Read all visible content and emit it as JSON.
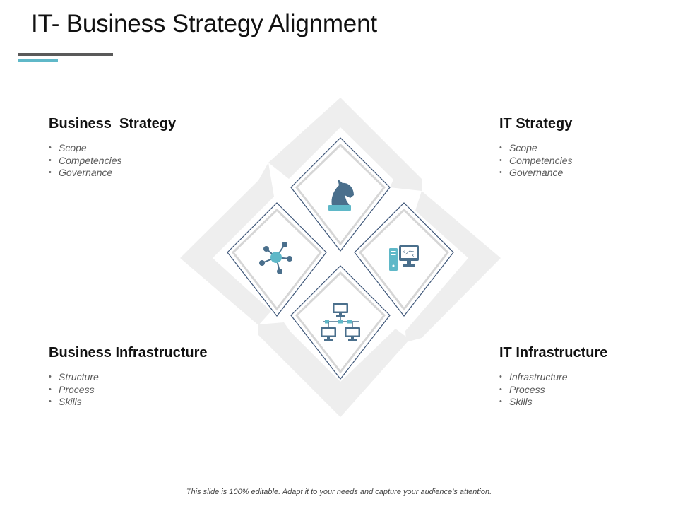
{
  "slide": {
    "title": "IT- Business Strategy Alignment",
    "footer": "This slide is 100% editable. Adapt it to your needs and capture your audience’s attention."
  },
  "sections": {
    "business_strategy": {
      "heading": "Business  Strategy",
      "items": [
        "Scope",
        "Competencies",
        "Governance"
      ]
    },
    "it_strategy": {
      "heading": "IT Strategy",
      "items": [
        "Scope",
        "Competencies",
        "Governance"
      ]
    },
    "business_infrastructure": {
      "heading": "Business Infrastructure",
      "items": [
        "Structure",
        "Process",
        "Skills"
      ]
    },
    "it_infrastructure": {
      "heading": "IT Infrastructure",
      "items": [
        "Infrastructure",
        "Process",
        "Skills"
      ]
    }
  },
  "diagram": {
    "icons": {
      "top": "chess-knight-icon",
      "right": "computer-strategy-icon",
      "bottom": "network-computers-icon",
      "left": "hub-network-icon"
    }
  },
  "colors": {
    "accent_dark": "#4a6f8c",
    "accent_light": "#5fb8c8",
    "arrow_gray": "#eeeeee",
    "diamond_outline": "#3f5779"
  }
}
